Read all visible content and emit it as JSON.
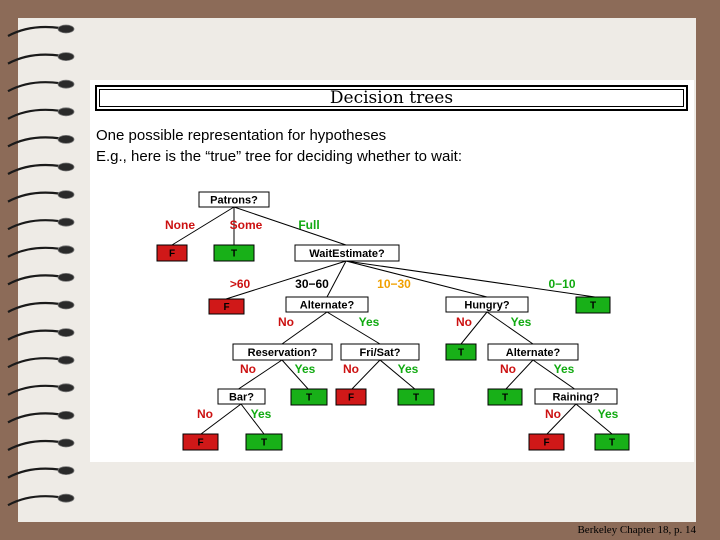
{
  "slide": {
    "title": "Decision trees",
    "line1": "One possible representation for hypotheses",
    "line2": "E.g., here is the “true” tree for deciding whether to wait:",
    "footer": "Berkeley Chapter 18, p. 14"
  },
  "colors": {
    "red_leaf": "#d01818",
    "green_leaf": "#18b018",
    "red_label": "#cc1111",
    "green_label": "#11aa11",
    "orange_label": "#f0a000"
  },
  "tree": {
    "nodes": {
      "patrons": "Patrons?",
      "wait_estimate": "WaitEstimate?",
      "alternate_1": "Alternate?",
      "hungry": "Hungry?",
      "reservation": "Reservation?",
      "fri_sat": "Fri/Sat?",
      "alternate_2": "Alternate?",
      "bar": "Bar?",
      "raining": "Raining?"
    },
    "leaves": {
      "none": "F",
      "some": "T",
      "gt60": "F",
      "wait_0_10": "T",
      "hungry_no": "T",
      "reservation_yes": "T",
      "fri_sat_no": "F",
      "fri_sat_yes": "T",
      "alternate_2_no": "T",
      "bar_no": "F",
      "bar_yes": "T",
      "raining_no": "F",
      "raining_yes": "T"
    },
    "edges": {
      "none": "None",
      "some": "Some",
      "full": "Full",
      "gt60": ">60",
      "w30_60": "30−60",
      "w10_30": "10−30",
      "w0_10": "0−10",
      "alt1_no": "No",
      "alt1_yes": "Yes",
      "hungry_no": "No",
      "hungry_yes": "Yes",
      "res_no": "No",
      "res_yes": "Yes",
      "fri_no": "No",
      "fri_yes": "Yes",
      "alt2_no": "No",
      "alt2_yes": "Yes",
      "bar_no": "No",
      "bar_yes": "Yes",
      "rain_no": "No",
      "rain_yes": "Yes"
    }
  }
}
